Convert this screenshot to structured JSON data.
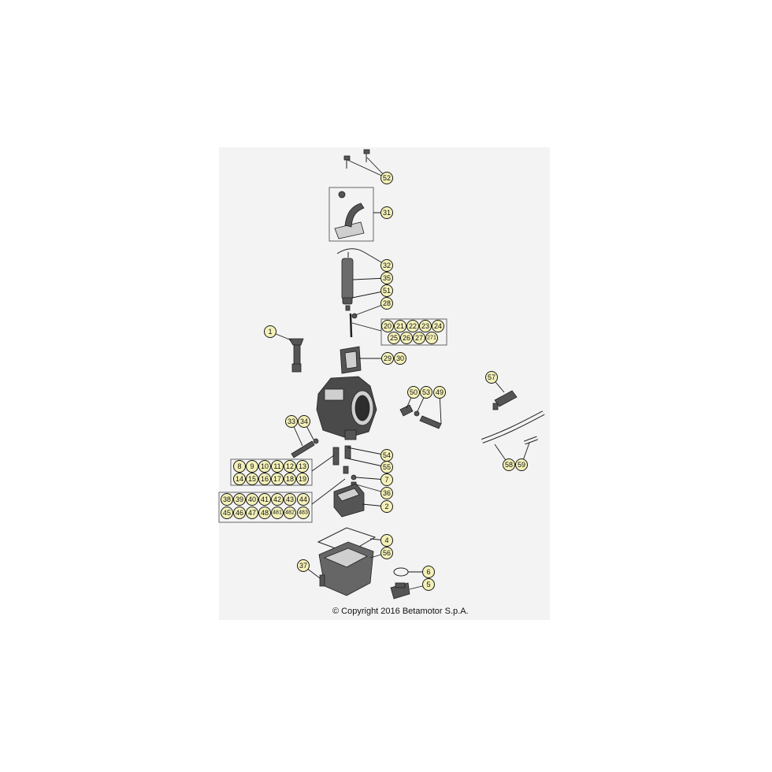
{
  "copyright": "© Copyright 2016 Betamotor S.p.A.",
  "callouts": {
    "c52": "52",
    "c31": "31",
    "c32": "32",
    "c35": "35",
    "c51": "51",
    "c28": "28",
    "c1": "1",
    "c20": "20",
    "c21": "21",
    "c22": "22",
    "c23": "23",
    "c24": "24",
    "c25": "25",
    "c26": "26",
    "c27": "27",
    "c271": "271",
    "c29": "29",
    "c30": "30",
    "c57": "57",
    "c50": "50",
    "c53": "53",
    "c49": "49",
    "c33": "33",
    "c34": "34",
    "c54": "54",
    "c55": "55",
    "c7": "7",
    "c36": "36",
    "c2": "2",
    "c8": "8",
    "c9": "9",
    "c10": "10",
    "c11": "11",
    "c12": "12",
    "c13": "13",
    "c14": "14",
    "c15": "15",
    "c16": "16",
    "c17": "17",
    "c18": "18",
    "c19": "19",
    "c38": "38",
    "c39": "39",
    "c40": "40",
    "c41": "41",
    "c42": "42",
    "c43": "43",
    "c44": "44",
    "c45": "45",
    "c46": "46",
    "c47": "47",
    "c48": "48",
    "c481": "481",
    "c482": "482",
    "c483": "483",
    "c58": "58",
    "c59": "59",
    "c4": "4",
    "c56": "56",
    "c37": "37",
    "c6": "6",
    "c5": "5"
  },
  "colors": {
    "callout_fill": "#f4f1b8",
    "panel": "#f3f3f3",
    "ink": "#1a1a1a"
  }
}
